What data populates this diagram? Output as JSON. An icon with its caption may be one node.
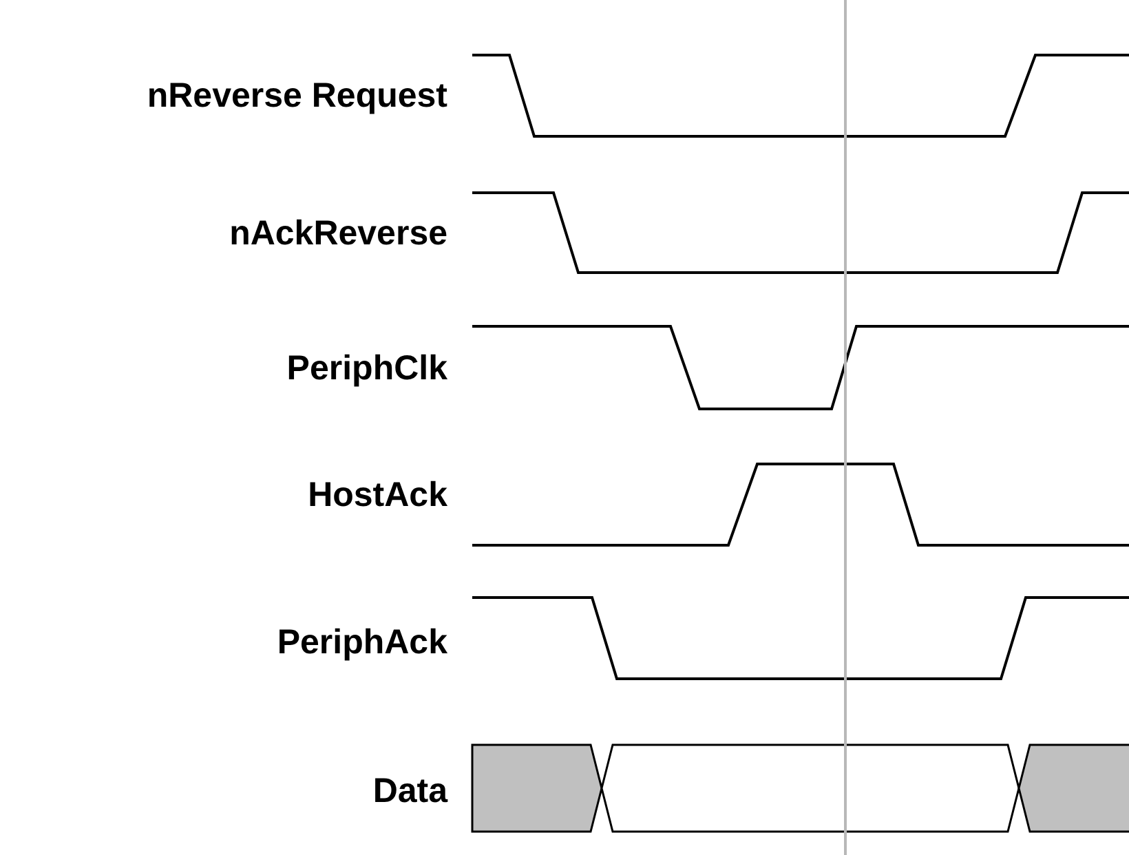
{
  "diagram": {
    "labels": [
      "nReverse Request",
      "nAckReverse",
      "PeriphClk",
      "HostAck",
      "PeriphAck",
      "Data"
    ]
  }
}
